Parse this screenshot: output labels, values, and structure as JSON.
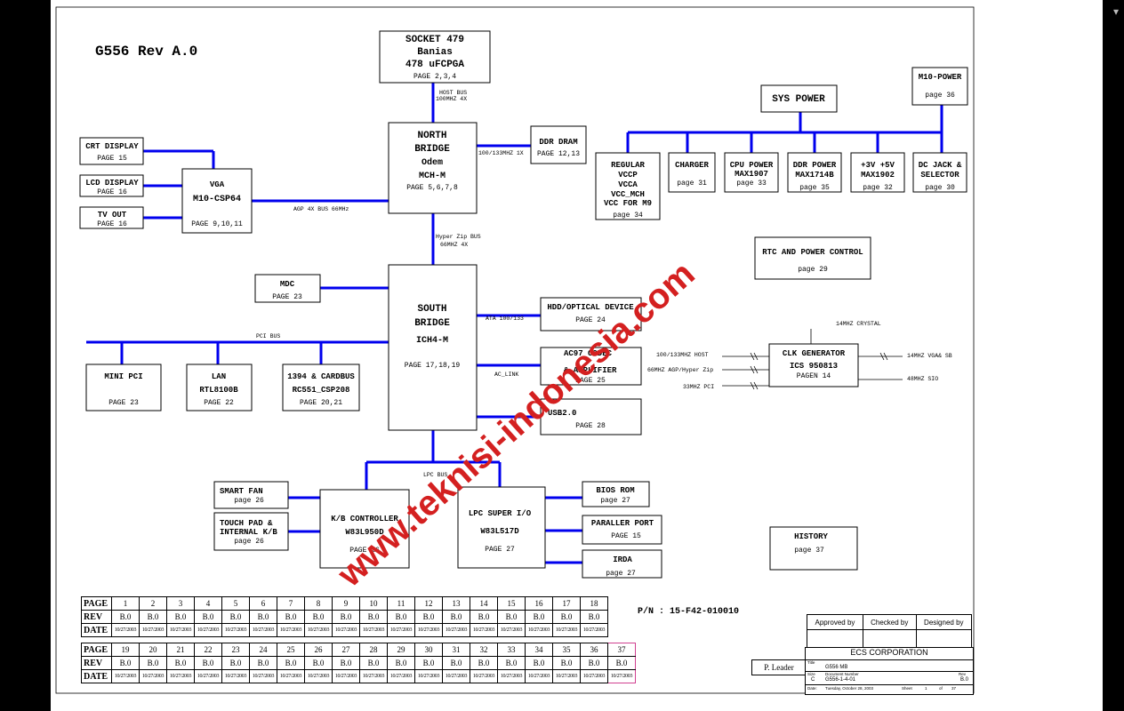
{
  "title": "G556 Rev A.0",
  "blocks": {
    "socket": {
      "l1": "SOCKET 479",
      "l2": "Banias",
      "l3": "478 uFCPGA",
      "page": "PAGE 2,3,4"
    },
    "nb": {
      "l1": "NORTH",
      "l2": "BRIDGE",
      "l3": "Odem",
      "l4": "MCH-M",
      "page": "PAGE 5,6,7,8"
    },
    "ddr": {
      "l1": "DDR DRAM",
      "page": "PAGE 12,13"
    },
    "crt": {
      "l1": "CRT DISPLAY",
      "page": "PAGE 15"
    },
    "lcd": {
      "l1": "LCD DISPLAY",
      "page": "PAGE 16"
    },
    "tv": {
      "l1": "TV OUT",
      "page": "PAGE 16"
    },
    "vga": {
      "l1": "VGA",
      "l2": "M10-CSP64",
      "page": "PAGE 9,10,11"
    },
    "sb": {
      "l1": "SOUTH",
      "l2": "BRIDGE",
      "l3": "ICH4-M",
      "page": "PAGE 17,18,19"
    },
    "mdc": {
      "l1": "MDC",
      "page": "PAGE 23"
    },
    "minipci": {
      "l1": "MINI PCI",
      "page": "PAGE 23"
    },
    "lan": {
      "l1": "LAN",
      "l2": "RTL8100B",
      "page": "PAGE 22"
    },
    "cardbus": {
      "l1": "1394 & CARDBUS",
      "l2": "RC551_CSP208",
      "page": "PAGE 20,21"
    },
    "hdd": {
      "l1": "HDD/OPTICAL DEVICE",
      "page": "PAGE 24"
    },
    "ac97": {
      "l1": "AC97 CODEC",
      "l2": "& AMPLIFIER",
      "page": "PAGE 25"
    },
    "usb": {
      "l1": "USB2.0",
      "page": "PAGE 28"
    },
    "sysp": {
      "l1": "SYS POWER"
    },
    "m10p": {
      "l1": "M10-POWER",
      "page": "page 36"
    },
    "regular": {
      "l1": "REGULAR",
      "l2": "VCCP",
      "l3": "VCCA",
      "l4": "VCC_MCH",
      "l5": "VCC FOR M9",
      "page": "page 34"
    },
    "charger": {
      "l1": "CHARGER",
      "page": "page 31"
    },
    "cpupwr": {
      "l1": "CPU POWER",
      "l2": "MAX1907",
      "page": "page 33"
    },
    "ddrpwr": {
      "l1": "DDR POWER",
      "l2": "MAX1714B",
      "page": "page 35"
    },
    "v35": {
      "l1": "+3V +5V",
      "l2": "MAX1902",
      "page": "page 32"
    },
    "dcjack": {
      "l1": "DC JACK &",
      "l2": "SELECTOR",
      "page": "page 30"
    },
    "rtc": {
      "l1": "RTC AND POWER CONTROL",
      "page": "page 29"
    },
    "clk": {
      "l1": "CLK GENERATOR",
      "l2": "ICS 950813",
      "page": "PAGEN 14"
    },
    "smartfan": {
      "l1": "SMART FAN",
      "page": "page 26"
    },
    "touchpad": {
      "l1": "TOUCH PAD &",
      "l2": "INTERNAL K/B",
      "page": "page 26"
    },
    "kbc": {
      "l1": "K/B CONTROLLER",
      "l2": "W83L950D",
      "page": "PAGE 26"
    },
    "sio": {
      "l1": "LPC SUPER I/O",
      "l2": "W83L517D",
      "page": "PAGE 27"
    },
    "bios": {
      "l1": "BIOS ROM",
      "page": "page 27"
    },
    "par": {
      "l1": "PARALLER PORT",
      "page": "PAGE 15"
    },
    "irda": {
      "l1": "IRDA",
      "page": "page 27"
    },
    "history": {
      "l1": "HISTORY",
      "page": "page 37"
    }
  },
  "bus_labels": {
    "host": "HOST BUS",
    "host2": "100MHZ  4X",
    "ddrbus": "100/133MHZ  1X",
    "agp": "AGP 4X BUS 66MHz",
    "hz": "Hyper Zip BUS",
    "hz2": "66MHZ  4X",
    "ata": "ATA 100/133",
    "pci": "PCI BUS",
    "aclink": "AC_LINK",
    "lpc": "LPC BUS",
    "crystal": "14MHZ CRYSTAL",
    "clk_host": "100/133MHZ  HOST",
    "clk_agp": "66MHZ  AGP/Hyper Zip",
    "clk_pci": "33MHZ PCI",
    "clk_vga": "14MHZ  VGA& SB",
    "clk_sio": "48MHZ  SIO"
  },
  "pn": "P/N : 15-F42-010010",
  "rev_table": {
    "row_labels": [
      "PAGE",
      "REV",
      "DATE"
    ],
    "pages1": [
      "1",
      "2",
      "3",
      "4",
      "5",
      "6",
      "7",
      "8",
      "9",
      "10",
      "11",
      "12",
      "13",
      "14",
      "15",
      "16",
      "17",
      "18"
    ],
    "pages2": [
      "19",
      "20",
      "21",
      "22",
      "23",
      "24",
      "25",
      "26",
      "27",
      "28",
      "29",
      "30",
      "31",
      "32",
      "33",
      "34",
      "35",
      "36",
      "37"
    ],
    "rev": "B.0",
    "date": "10/27/2003"
  },
  "title_block": {
    "approved": "Approved by",
    "checked": "Checked by",
    "designed": "Designed by",
    "leader": "P. Leader",
    "company": "ECS CORPORATION",
    "title_lbl": "Title",
    "title_val": "G556 MB",
    "size_lbl": "Size",
    "size_val": "C",
    "docnum_lbl": "Document Number",
    "docnum_val": "G556-1-4-01",
    "rev_lbl": "Rev",
    "rev_val": "B.0",
    "date_lbl": "Date:",
    "date_val": "Tuesday, October 28, 2003",
    "sheet_lbl": "Sheet",
    "sheet_val": "1",
    "of_lbl": "of",
    "of_val": "37"
  },
  "watermark": "www.teknisi-indonesia.com",
  "colors": {
    "bus": "#0000ee",
    "watermark": "#d42020",
    "background": "#000000"
  }
}
